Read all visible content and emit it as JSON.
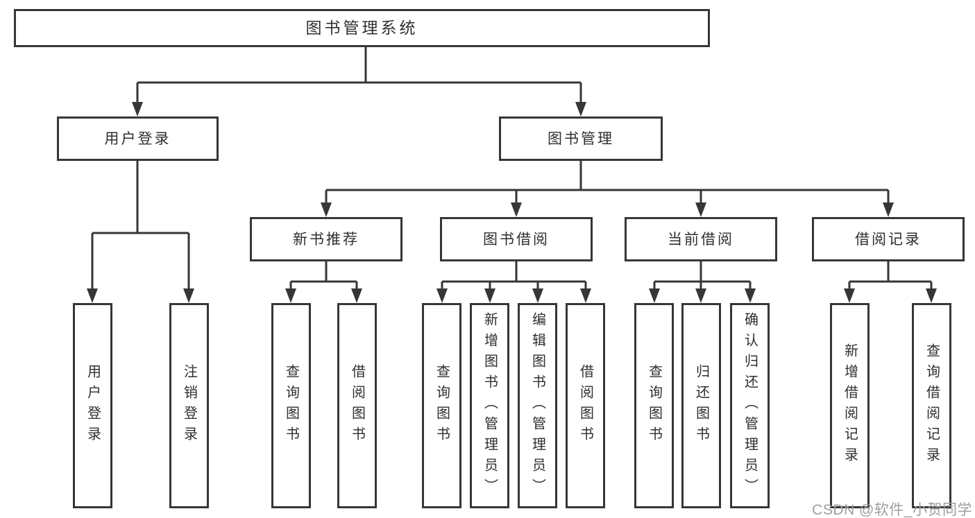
{
  "root": {
    "label": "图书管理系统"
  },
  "branches": [
    {
      "label": "用户登录",
      "children": [
        {
          "label": "用户登录"
        },
        {
          "label": "注销登录"
        }
      ]
    },
    {
      "label": "图书管理",
      "modules": [
        {
          "label": "新书推荐",
          "children": [
            {
              "label": "查询图书"
            },
            {
              "label": "借阅图书"
            }
          ]
        },
        {
          "label": "图书借阅",
          "children": [
            {
              "label": "查询图书"
            },
            {
              "label": "新增图书（管理员）"
            },
            {
              "label": "编辑图书（管理员）"
            },
            {
              "label": "借阅图书"
            }
          ]
        },
        {
          "label": "当前借阅",
          "children": [
            {
              "label": "查询图书"
            },
            {
              "label": "归还图书"
            },
            {
              "label": "确认归还（管理员）"
            }
          ]
        },
        {
          "label": "借阅记录",
          "children": [
            {
              "label": "新增借阅记录"
            },
            {
              "label": "查询借阅记录"
            }
          ]
        }
      ]
    }
  ],
  "watermark": "CSDN @软件_小贺同学",
  "colors": {
    "background": "#ffffff",
    "line": "#363636",
    "text": "#2f2f2f",
    "watermark": "#9e9e9e"
  }
}
